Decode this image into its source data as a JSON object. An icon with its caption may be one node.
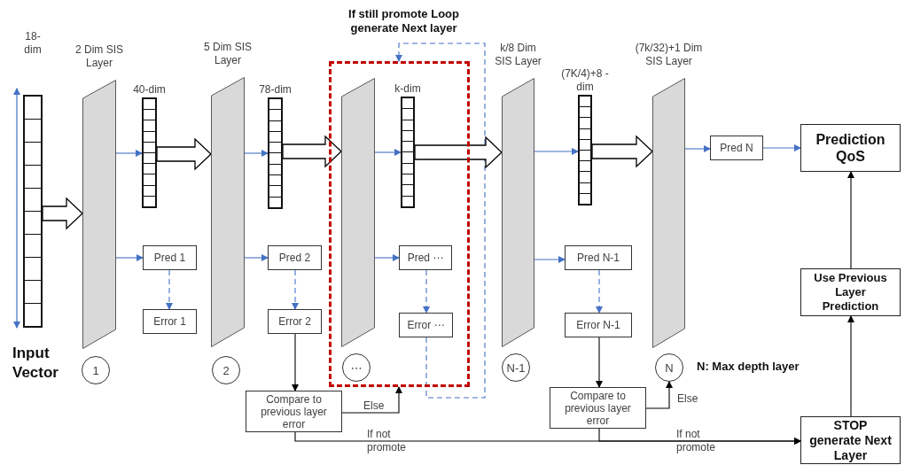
{
  "diagram": {
    "nodes": [
      {
        "text": [
          "18-dim"
        ],
        "beside": [
          "Input Vector"
        ]
      },
      {
        "text": [
          "2 Dim SIS Layer"
        ]
      },
      {
        "text": [
          "1"
        ]
      },
      {
        "text": [
          "40-dim"
        ]
      },
      {
        "text": [
          "Pred 1"
        ]
      },
      {
        "text": [
          "Error 1"
        ]
      },
      {
        "text": [
          "5 Dim SIS Layer"
        ]
      },
      {
        "text": [
          "2"
        ]
      },
      {
        "text": [
          "78-dim"
        ]
      },
      {
        "text": [
          "Pred 2"
        ]
      },
      {
        "text": [
          "Error 2"
        ]
      },
      {
        "text": [
          "Compare to previous layer error"
        ]
      },
      {
        "text": [],
        "shape": "box"
      },
      {
        "text": [],
        "shape": "trapezoid",
        "in": 12
      },
      {
        "text": [
          "⋯"
        ],
        "in": 12
      },
      {
        "text": [
          "k-dim"
        ],
        "in": 12
      },
      {
        "text": [
          "Pred ⋯"
        ],
        "in": 12
      },
      {
        "text": [
          "Error ⋯"
        ],
        "in": 12
      },
      {
        "text": [
          "k/8 Dim SIS Layer"
        ]
      },
      {
        "text": [
          "N-1"
        ]
      },
      {
        "text": [
          "(7K/4)+8 -dim"
        ]
      },
      {
        "text": [
          "Pred N-1"
        ]
      },
      {
        "text": [
          "Error N-1"
        ]
      },
      {
        "text": [
          "Compare to previous layer error"
        ]
      },
      {
        "text": [
          "(7k/32)+1 Dim SIS Layer"
        ]
      },
      {
        "text": [
          "N"
        ]
      },
      {
        "text": [
          "Pred N"
        ]
      },
      {
        "text": [
          "Prediction QoS"
        ]
      },
      {
        "text": [
          "Use Previous Layer Prediction"
        ]
      },
      {
        "text": [
          "STOP generate Next Layer"
        ]
      }
    ],
    "edges": [
      {
        "from": 0,
        "to": 1,
        "arrow": "to",
        "style": "thick",
        "color": "#000000"
      },
      {
        "from": 1,
        "to": 3,
        "arrow": "to"
      },
      {
        "from": 1,
        "to": 4,
        "arrow": "to"
      },
      {
        "from": 4,
        "to": 5,
        "arrow": "to",
        "style": "dashed"
      },
      {
        "from": 3,
        "to": 6,
        "arrow": "to",
        "style": "thick",
        "color": "#000000"
      },
      {
        "from": 6,
        "to": 8,
        "arrow": "to"
      },
      {
        "from": 6,
        "to": 9,
        "arrow": "to"
      },
      {
        "from": 9,
        "to": 10,
        "arrow": "to",
        "style": "dashed"
      },
      {
        "from": 10,
        "to": 11,
        "arrow": "to",
        "color": "#000000"
      },
      {
        "from": 8,
        "to": 13,
        "arrow": "to",
        "style": "thick",
        "color": "#000000"
      },
      {
        "from": 11,
        "to": 12,
        "arrow": "to",
        "label": "Else",
        "color": "#000000"
      },
      {
        "from": 11,
        "to": 29,
        "arrow": "to",
        "label": "If not promote",
        "color": "#000000"
      },
      {
        "from": 13,
        "to": 15,
        "arrow": "to"
      },
      {
        "from": 13,
        "to": 16,
        "arrow": "to"
      },
      {
        "from": 16,
        "to": 17,
        "arrow": "to",
        "style": "dashed"
      },
      {
        "from": 17,
        "to": 12,
        "arrow": "to",
        "label": "If still promote Loop generate Next layer",
        "style": "dashed"
      },
      {
        "from": 15,
        "to": 18,
        "arrow": "to",
        "style": "thick",
        "color": "#000000"
      },
      {
        "from": 18,
        "to": 20,
        "arrow": "to"
      },
      {
        "from": 18,
        "to": 21,
        "arrow": "to"
      },
      {
        "from": 21,
        "to": 22,
        "arrow": "to",
        "style": "dashed"
      },
      {
        "from": 22,
        "to": 23,
        "arrow": "to",
        "color": "#000000"
      },
      {
        "from": 23,
        "to": 25,
        "arrow": "to",
        "label": "Else",
        "color": "#000000"
      },
      {
        "from": 23,
        "to": 29,
        "arrow": "to",
        "label": "If not promote",
        "color": "#000000"
      },
      {
        "from": 20,
        "to": 24,
        "arrow": "to",
        "style": "thick",
        "color": "#000000"
      },
      {
        "from": 24,
        "to": 26,
        "arrow": "to"
      },
      {
        "from": 26,
        "to": 27,
        "arrow": "to"
      },
      {
        "from": 29,
        "to": 28,
        "arrow": "to",
        "color": "#000000"
      },
      {
        "from": 28,
        "to": 27,
        "arrow": "to",
        "color": "#000000"
      }
    ],
    "labels": [
      "N: Max depth layer"
    ]
  }
}
